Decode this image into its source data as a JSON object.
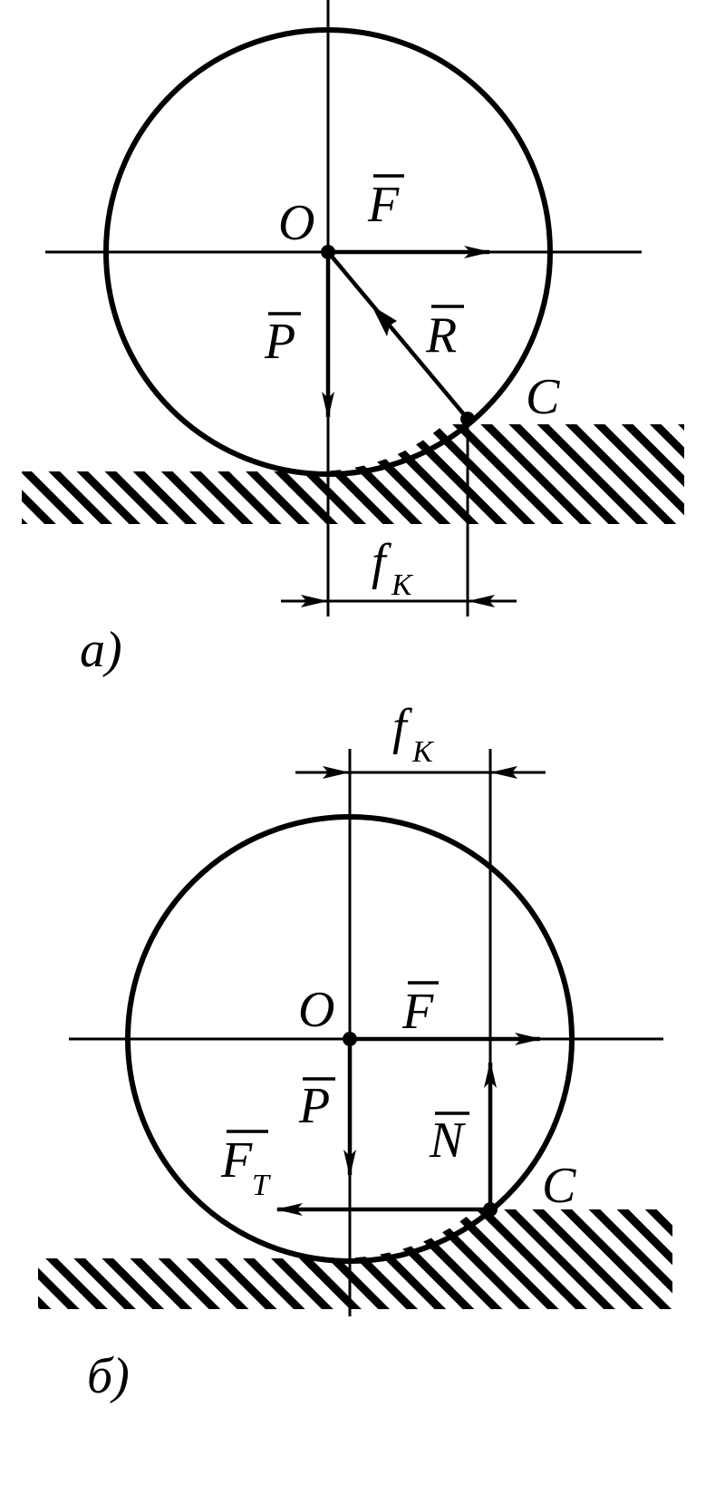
{
  "panel_a": {
    "caption": "a)",
    "center_label": "O",
    "contact_label": "C",
    "force_F": "F",
    "force_P": "P",
    "force_R": "R",
    "offset_main": "f",
    "offset_sub": "K"
  },
  "panel_b": {
    "caption": "б)",
    "center_label": "O",
    "contact_label": "C",
    "force_F": "F",
    "force_P": "P",
    "force_N": "N",
    "force_FT_main": "F",
    "force_FT_sub": "T",
    "offset_main": "f",
    "offset_sub": "K"
  }
}
